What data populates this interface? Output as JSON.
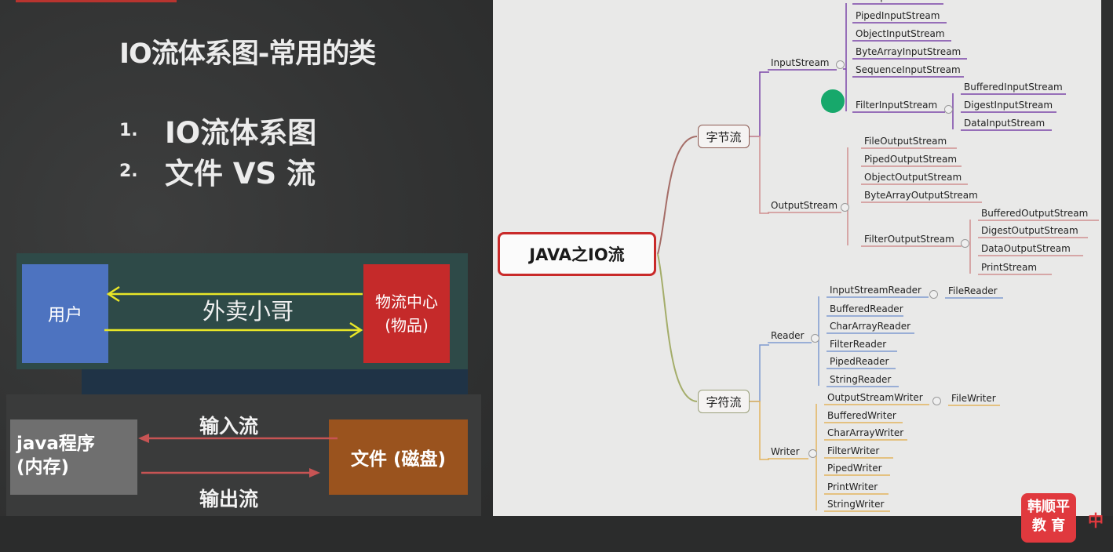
{
  "slide": {
    "title": "IO流体系图-常用的类",
    "items": [
      {
        "num": "1.",
        "text": "IO流体系图"
      },
      {
        "num": "2.",
        "text": "文件 VS 流"
      }
    ],
    "analogy": {
      "user": "用户",
      "courier": "外卖小哥",
      "center_line1": "物流中心",
      "center_line2": "(物品)"
    },
    "io": {
      "java_line1": "java程序",
      "java_line2": "(内存)",
      "file": "文件 (磁盘)",
      "input_stream": "输入流",
      "output_stream": "输出流"
    }
  },
  "mindmap": {
    "root": "JAVA之IO流",
    "byte_stream": "字节流",
    "char_stream": "字符流",
    "input_stream": "InputStream",
    "output_stream": "OutputStream",
    "reader": "Reader",
    "writer": "Writer",
    "input_children": [
      "FileInputStream",
      "PipedInputStream",
      "ObjectInputStream",
      "ByteArrayInputStream",
      "SequenceInputStream",
      "FilterInputStream"
    ],
    "filter_input_children": [
      "BufferedInputStream",
      "DigestInputStream",
      "DataInputStream"
    ],
    "output_children": [
      "FileOutputStream",
      "PipedOutputStream",
      "ObjectOutputStream",
      "ByteArrayOutputStream",
      "FilterOutputStream"
    ],
    "filter_output_children": [
      "BufferedOutputStream",
      "DigestOutputStream",
      "DataOutputStream",
      "PrintStream"
    ],
    "reader_children": [
      "InputStreamReader",
      "BufferedReader",
      "CharArrayReader",
      "FilterReader",
      "PipedReader",
      "StringReader"
    ],
    "reader_sub": "FileReader",
    "writer_children": [
      "OutputStreamWriter",
      "BufferedWriter",
      "CharArrayWriter",
      "FilterWriter",
      "PipedWriter",
      "PrintWriter",
      "StringWriter"
    ],
    "writer_sub": "FileWriter",
    "colors": {
      "input": "#7b46a8",
      "output": "#cf9090",
      "reader": "#7f9ad0",
      "writer": "#e3b45d",
      "root_border": "#c92a2a"
    }
  },
  "logo": {
    "line1": "韩顺平",
    "line2": "教 育",
    "side": "中"
  }
}
